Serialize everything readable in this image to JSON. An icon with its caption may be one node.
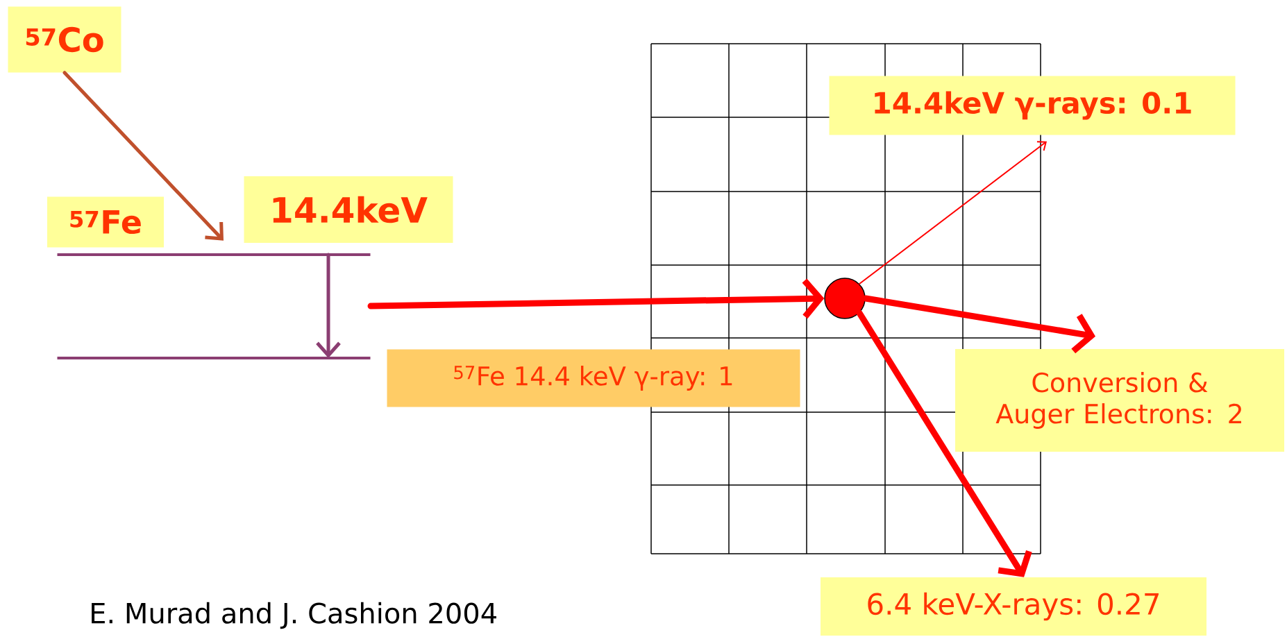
{
  "diagram": {
    "nodes": [
      {
        "text": [
          "$^{57}$Co"
        ]
      },
      {
        "text": [
          "$^{57}$Fe"
        ]
      },
      {
        "text": [
          "14.4keV"
        ]
      },
      {
        "text": [],
        "shape": "bar"
      },
      {
        "text": [],
        "shape": "bar"
      },
      {
        "text": [
          "$^{57}$Fe 14.4 keV γ-ray: 1"
        ]
      },
      {
        "text": [],
        "shape": "circle"
      },
      {
        "text": [
          "14.4keV γ-rays: 0.1"
        ]
      },
      {
        "text": [
          "Conversion & Auger Electrons: 2"
        ]
      },
      {
        "text": [
          "6.4 keV-X-rays: 0.27"
        ]
      }
    ],
    "edges": [
      {
        "from": 0,
        "to": 3,
        "arrow": "to",
        "color": "#c0502c"
      },
      {
        "from": 3,
        "to": 4,
        "arrow": "to",
        "color": "#8b3e72"
      },
      {
        "from": null,
        "to": 6,
        "arrow": "to",
        "style": "thick"
      },
      {
        "from": 6,
        "to": 7,
        "arrow": "to"
      },
      {
        "from": 6,
        "to": 8,
        "arrow": "to",
        "style": "thick"
      },
      {
        "from": 6,
        "to": 9,
        "arrow": "to",
        "style": "thick"
      }
    ],
    "labels": [
      "E. Murad and J. Cashion 2004"
    ]
  }
}
